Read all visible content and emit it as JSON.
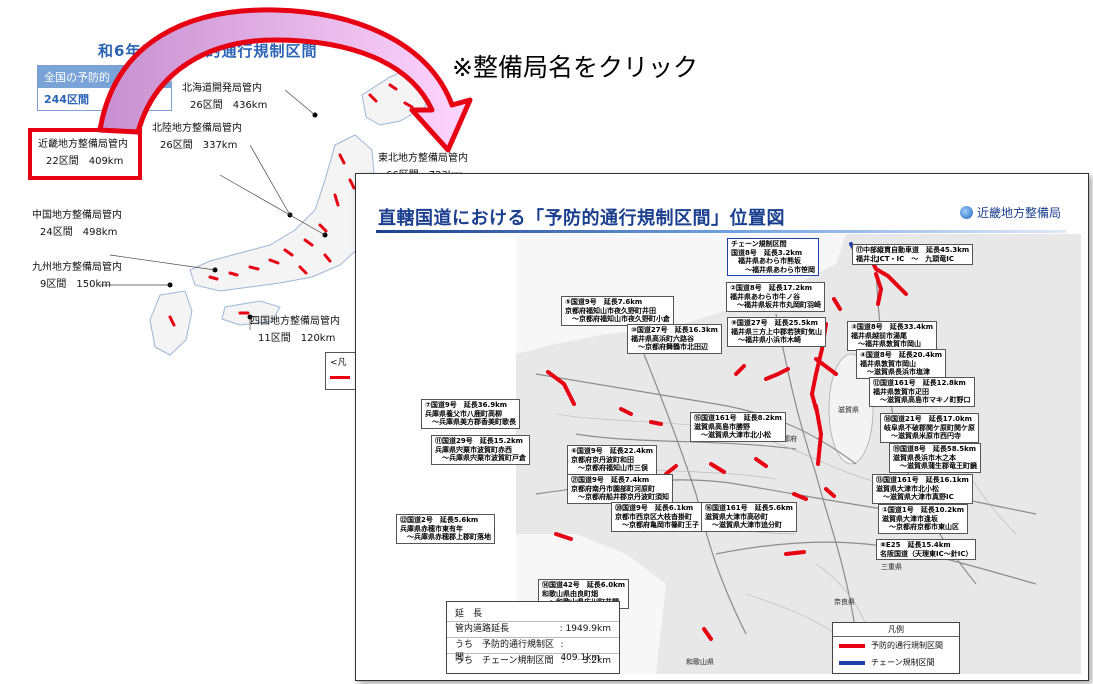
{
  "background_map": {
    "title": "和6年度　予防的通行規制区間",
    "national": {
      "label": "全国の予防的　　　制区間",
      "value": "244区間　　　8km"
    },
    "regions": [
      {
        "key": "hokkaido",
        "name": "北海道開発局管内",
        "stats": "26区間　436km"
      },
      {
        "key": "hokuriku",
        "name": "北陸地方整備局管内",
        "stats": "26区間　337km"
      },
      {
        "key": "tohoku",
        "name": "東北地方整備局管内",
        "stats": "66区間　723km"
      },
      {
        "key": "chugoku",
        "name": "中国地方整備局管内",
        "stats": "24区間　498km"
      },
      {
        "key": "kyushu",
        "name": "九州地方整備局管内",
        "stats": "9区間　150km"
      },
      {
        "key": "shikoku",
        "name": "四国地方整備局管内",
        "stats": "11区間　120km"
      }
    ],
    "kinki": {
      "name": "近畿地方整備局管内",
      "stats": "22区間　409km"
    },
    "legend_stub": "<凡"
  },
  "instruction": "※整備局名をクリック",
  "inset": {
    "title": "直轄国道における「予防的通行規制区間」位置図",
    "bureau": "近畿地方整備局",
    "callouts": [
      {
        "key": "chain",
        "lines": [
          "チェーン規制区間",
          "国道8号　延長3.2km",
          "　福井県あわら市熊坂",
          "　　～福井県あわら市笹岡"
        ]
      },
      {
        "key": "c17",
        "lines": [
          "⑰中部縦貫自動車道　延長45.3km",
          "福井北JCT・IC　～　九頭竜IC"
        ]
      },
      {
        "key": "c2",
        "lines": [
          "②国道8号　延長17.2km",
          "福井県あわら市牛ノ谷",
          "　～福井県坂井市丸岡町羽崎"
        ]
      },
      {
        "key": "c5",
        "lines": [
          "⑤国道9号　延長7.6km",
          "京都府福知山市夜久野町井田",
          "　～京都府福知山市夜久野町小倉"
        ]
      },
      {
        "key": "c10",
        "lines": [
          "⑩国道27号　延長16.3km",
          "福井県高浜町六路谷",
          "　～京都府舞鶴市北田辺"
        ]
      },
      {
        "key": "c9",
        "lines": [
          "⑨国道27号　延長25.5km",
          "福井県三方上中郡若狭町気山",
          "　～福井県小浜市木崎"
        ]
      },
      {
        "key": "c3",
        "lines": [
          "③国道8号　延長33.4km",
          "福井県越前市湯尾",
          "　～福井県敦賀市岡山"
        ]
      },
      {
        "key": "c4",
        "lines": [
          "④国道8号　延長20.4km",
          "福井県敦賀市岡山",
          "　～滋賀県長浜市塩津"
        ]
      },
      {
        "key": "c12",
        "lines": [
          "⑫国道161号　延長12.8km",
          "福井県敦賀市疋田",
          "　～滋賀県高島市マキノ町野口"
        ]
      },
      {
        "key": "c7",
        "lines": [
          "⑦国道9号　延長36.9km",
          "兵庫県養父市八鹿町高柳",
          "　～兵庫県美方郡香美町歌長"
        ]
      },
      {
        "key": "c15",
        "lines": [
          "⑮国道161号　延長8.2km",
          "滋賀県高島市勝野",
          "　～滋賀県大津市北小松"
        ]
      },
      {
        "key": "c18",
        "lines": [
          "⑱国道21号　延長17.0km",
          "岐阜県不破郡関ケ原町関ケ原",
          "　～滋賀県米原市西円寺"
        ]
      },
      {
        "key": "c11",
        "lines": [
          "⑪国道29号　延長15.2km",
          "兵庫県宍粟市波賀町赤西",
          "　～兵庫県宍粟市波賀町戸倉"
        ]
      },
      {
        "key": "c6",
        "lines": [
          "⑥国道9号　延長22.4km",
          "京都府京丹波町和田",
          "　～京都府福知山市三俣"
        ]
      },
      {
        "key": "c19",
        "lines": [
          "⑲国道8号　延長58.5km",
          "滋賀県長浜市木之本",
          "　～滋賀県蒲生郡竜王町鏡"
        ]
      },
      {
        "key": "c21",
        "lines": [
          "㉑国道9号　延長7.4km",
          "京都府南丹市園部町河原町",
          "　～京都府船井郡京丹波町須知"
        ]
      },
      {
        "key": "c13",
        "lines": [
          "⑬国道161号　延長16.1km",
          "滋賀県大津市北小松",
          "　～滋賀県大津市真野IC"
        ]
      },
      {
        "key": "c20",
        "lines": [
          "⑳国道9号　延長6.1km",
          "京都市西京区大枝沓掛町",
          "　～京都府亀岡市篠町王子"
        ]
      },
      {
        "key": "c16",
        "lines": [
          "⑯国道161号　延長5.6km",
          "滋賀県大津市高砂町",
          "　～滋賀県大津市追分町"
        ]
      },
      {
        "key": "c1",
        "lines": [
          "①国道1号　延長10.2km",
          "滋賀県大津市逢坂",
          "　～京都府京都市東山区"
        ]
      },
      {
        "key": "c22",
        "lines": [
          "㉒国道2号　延長5.6km",
          "兵庫県赤穂市東有年",
          "　～兵庫県赤穂郡上郡町落地"
        ]
      },
      {
        "key": "c8",
        "lines": [
          "⑧E25　延長15.4km",
          "名阪国道（天理東IC～針IC）"
        ]
      },
      {
        "key": "c14",
        "lines": [
          "⑭国道42号　延長6.0km",
          "和歌山県由良町畑",
          "　～和歌山県広川町井関"
        ]
      }
    ],
    "map_labels": {
      "shiga": "滋賀県",
      "kyoto": "京都府",
      "mie": "三重県",
      "nara": "奈良県",
      "wakayama": "和歌山県"
    },
    "stats": {
      "heading": "延　長",
      "rows": [
        {
          "label": "管内道路延長",
          "value": ": 1949.9km"
        },
        {
          "label": "うち　予防的通行規制区間",
          "value": ":　409.1km"
        },
        {
          "label": "うち　チェーン規制区間",
          "value": ":　　3.2km"
        }
      ]
    },
    "legend": {
      "heading": "凡例",
      "items": [
        {
          "label": "予防的通行規制区間",
          "color": "#e60012"
        },
        {
          "label": "チェーン規制区間",
          "color": "#1f3fae"
        }
      ]
    }
  },
  "colors": {
    "accent_red": "#e60012",
    "title_blue": "#2b63b5",
    "arrow_fill": "#d9a3d9"
  }
}
